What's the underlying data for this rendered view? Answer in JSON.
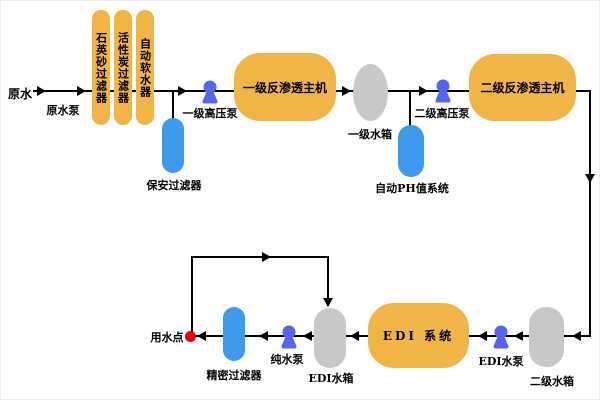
{
  "colors": {
    "yellow": "#F0B546",
    "blue": "#3E9AEC",
    "pump": "#5565EE",
    "gray": "#C8C8C8",
    "red": "#EE0011",
    "line": "#000000"
  },
  "labels": {
    "raw_water": "原水",
    "raw_water_pump": "原水泵",
    "quartz_sand_filter": "石英砂过滤器",
    "activated_carbon_filter": "活性炭过滤器",
    "auto_softener": "自动软水器",
    "security_filter": "保安过滤器",
    "stage1_hp_pump": "一级高压泵",
    "stage1_ro_unit": "一级反渗透主机",
    "stage1_tank": "一级水箱",
    "auto_ph_system": "自动PH值系统",
    "stage2_hp_pump": "二级高压泵",
    "stage2_ro_unit": "二级反渗透主机",
    "stage2_tank": "二级水箱",
    "edi_pump": "EDI水泵",
    "edi_system": "EDI 系统",
    "edi_tank": "EDI水箱",
    "pure_water_pump": "纯水泵",
    "precision_filter": "精密过滤器",
    "water_use_point": "用水点"
  }
}
